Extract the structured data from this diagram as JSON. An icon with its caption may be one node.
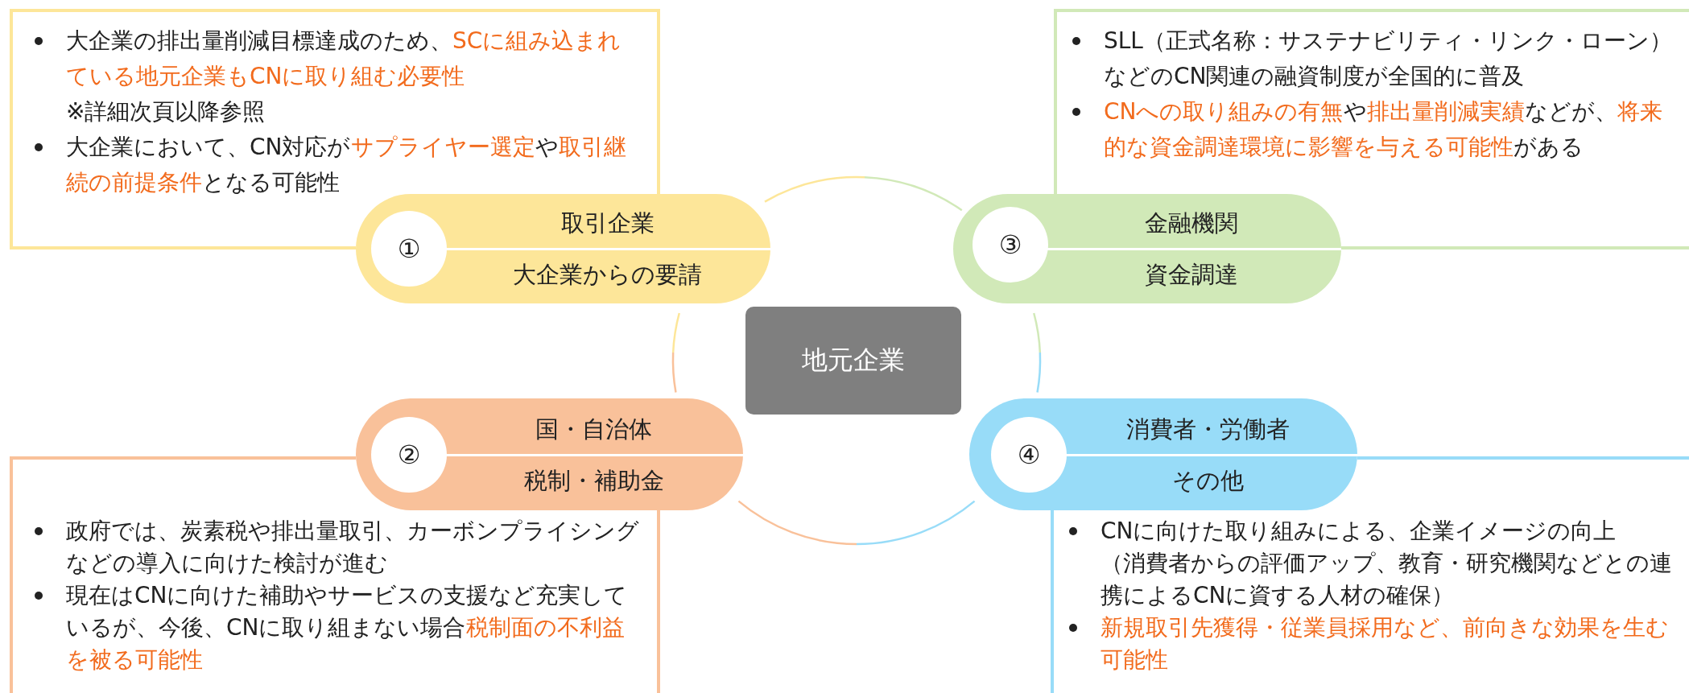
{
  "diagram": {
    "nodes": [
      {
        "text": [
          "大企業の排出量削減目標達成のため、**SCに組み込まれている地元企業もCNに取り組む必要性**",
          "※詳細次頁以降参照",
          "大企業において、CN対応が**サプライヤー選定**や**取引継続の前提条件**となる可能性"
        ]
      },
      {
        "text": [
          "取引企業",
          "大企業からの要請"
        ]
      },
      {
        "text": [
          "①"
        ],
        "in": 1
      },
      {
        "text": [
          "SLL（正式名称：サステナビリティ・リンク・ローン）などのCN関連の融資制度が全国的に普及",
          "**CNへの取り組みの有無**や**排出量削減実績**などが、**将来的な資金調達環境に影響を与える可能性**がある"
        ]
      },
      {
        "text": [
          "金融機関",
          "資金調達"
        ]
      },
      {
        "text": [
          "③"
        ],
        "in": 4
      },
      {
        "text": [
          "地元企業"
        ]
      },
      {
        "text": [
          "国・自治体",
          "税制・補助金"
        ]
      },
      {
        "text": [
          "②"
        ],
        "in": 7
      },
      {
        "text": [
          "政府では、炭素税や排出量取引、カーボンプライシングなどの導入に向けた検討が進む",
          "現在はCNに向けた補助やサービスの支援など充実しているが、今後、CNに取り組まない場合**税制面の不利益を被る可能性**"
        ]
      },
      {
        "text": [
          "消費者・労働者",
          "その他"
        ]
      },
      {
        "text": [
          "④"
        ],
        "in": 10
      },
      {
        "text": [
          "CNに向けた取り組みによる、企業イメージの向上",
          "（消費者からの評価アップ、教育・研究機関などとの連携によるCNに資する人材の確保）",
          "**新規取引先獲得・従業員採用など、前向きな効果を生む可能性**"
        ]
      }
    ],
    "edges": [
      {
        "from": 1,
        "to": 4,
        "arrow": "none"
      },
      {
        "from": 4,
        "to": 10,
        "arrow": "none"
      },
      {
        "from": 10,
        "to": 7,
        "arrow": "none"
      },
      {
        "from": 7,
        "to": 1,
        "arrow": "none"
      }
    ]
  }
}
